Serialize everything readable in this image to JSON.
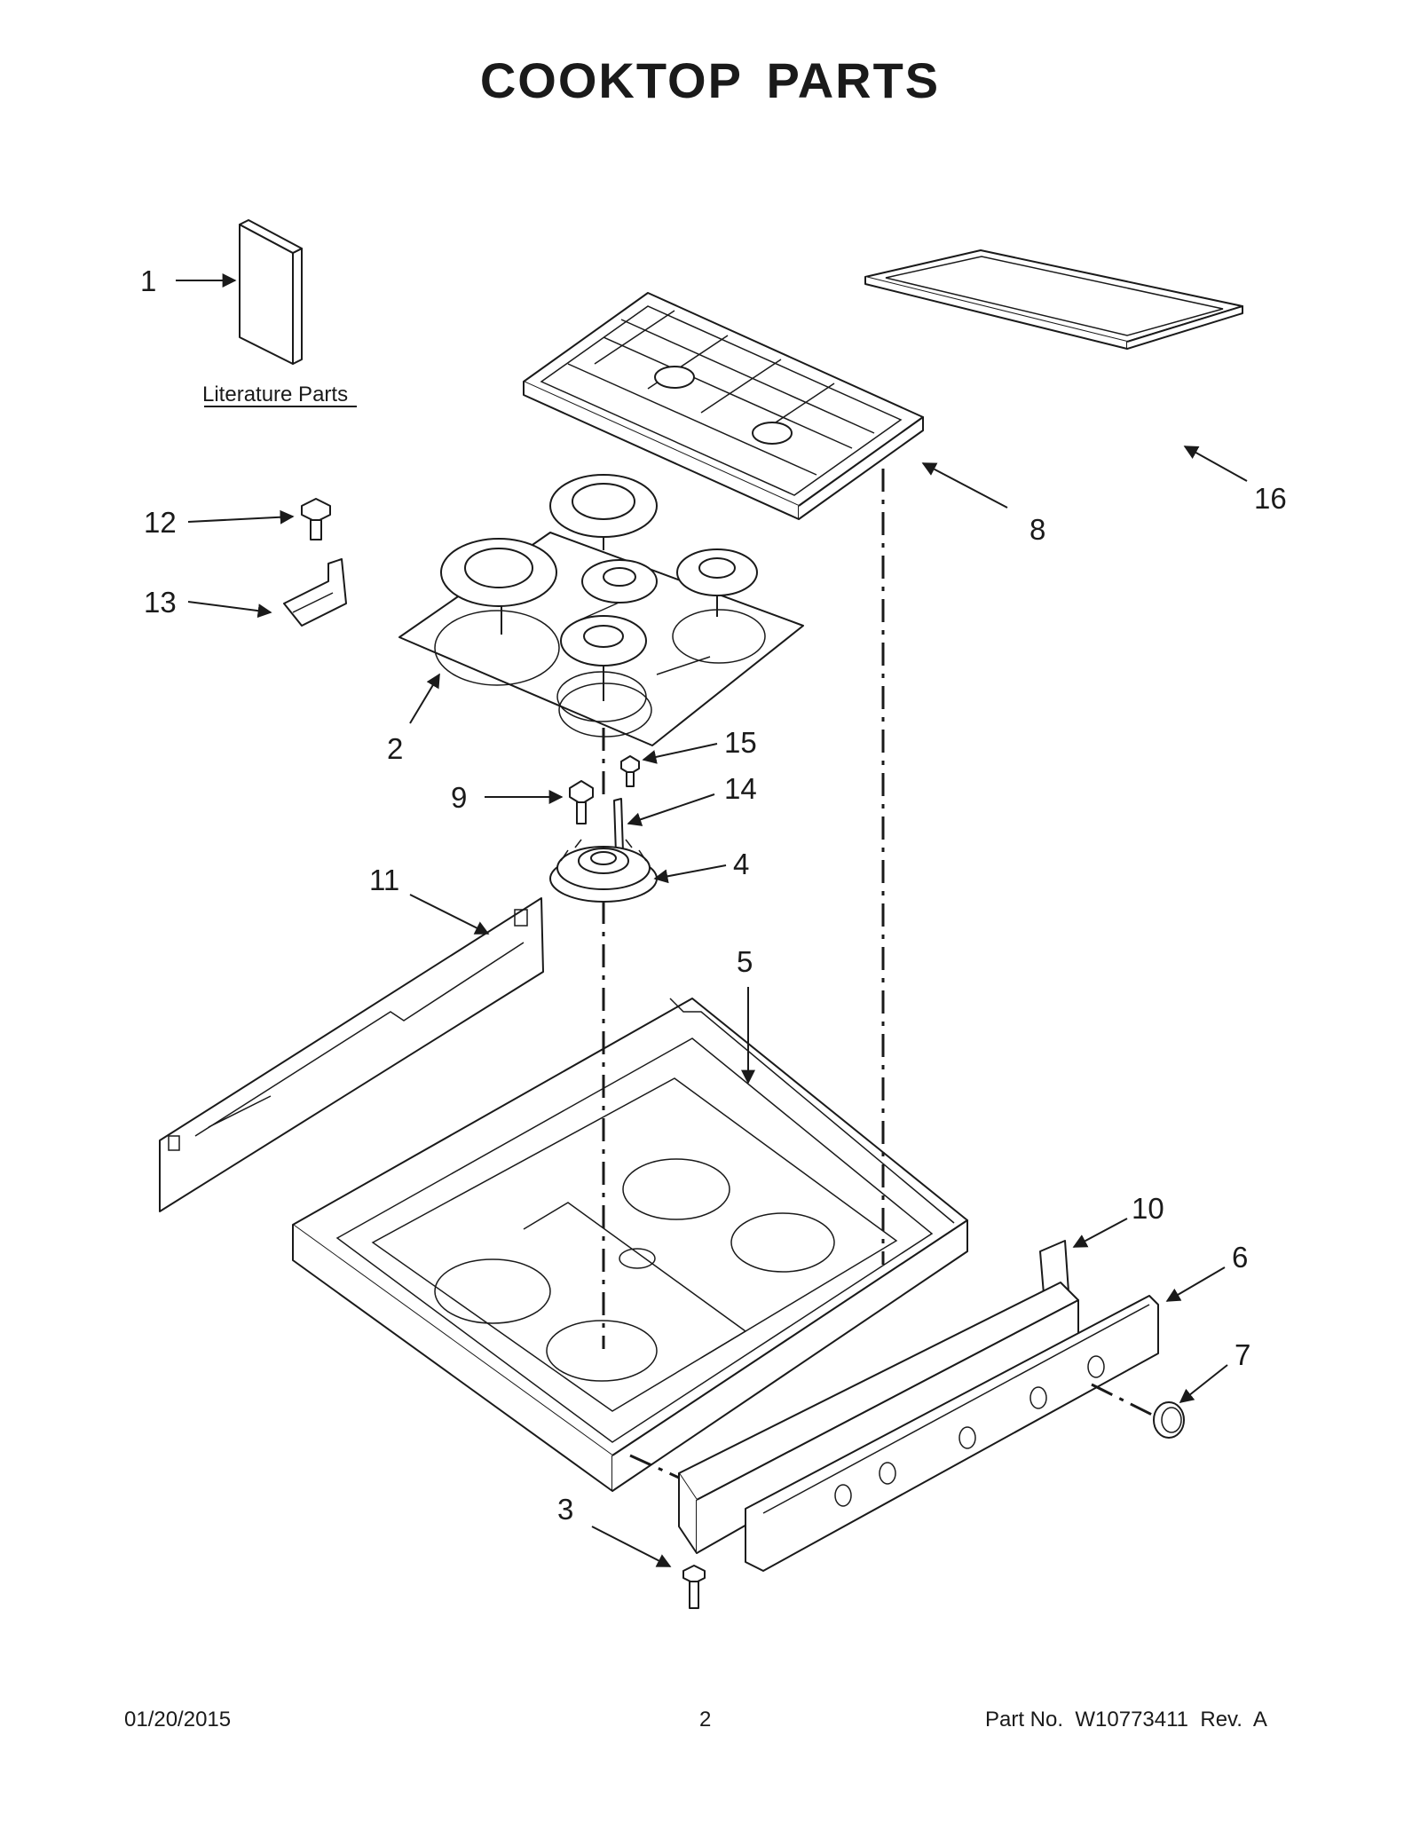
{
  "title": "COOKTOP PARTS",
  "literature_caption": "Literature Parts",
  "callouts": {
    "c1": "1",
    "c2": "2",
    "c3": "3",
    "c4": "4",
    "c5": "5",
    "c6": "6",
    "c7": "7",
    "c8": "8",
    "c9": "9",
    "c10": "10",
    "c11": "11",
    "c12": "12",
    "c13": "13",
    "c14": "14",
    "c15": "15",
    "c16": "16"
  },
  "footer": {
    "date": "01/20/2015",
    "page": "2",
    "part_no": "Part No.  W10773411  Rev.  A"
  }
}
